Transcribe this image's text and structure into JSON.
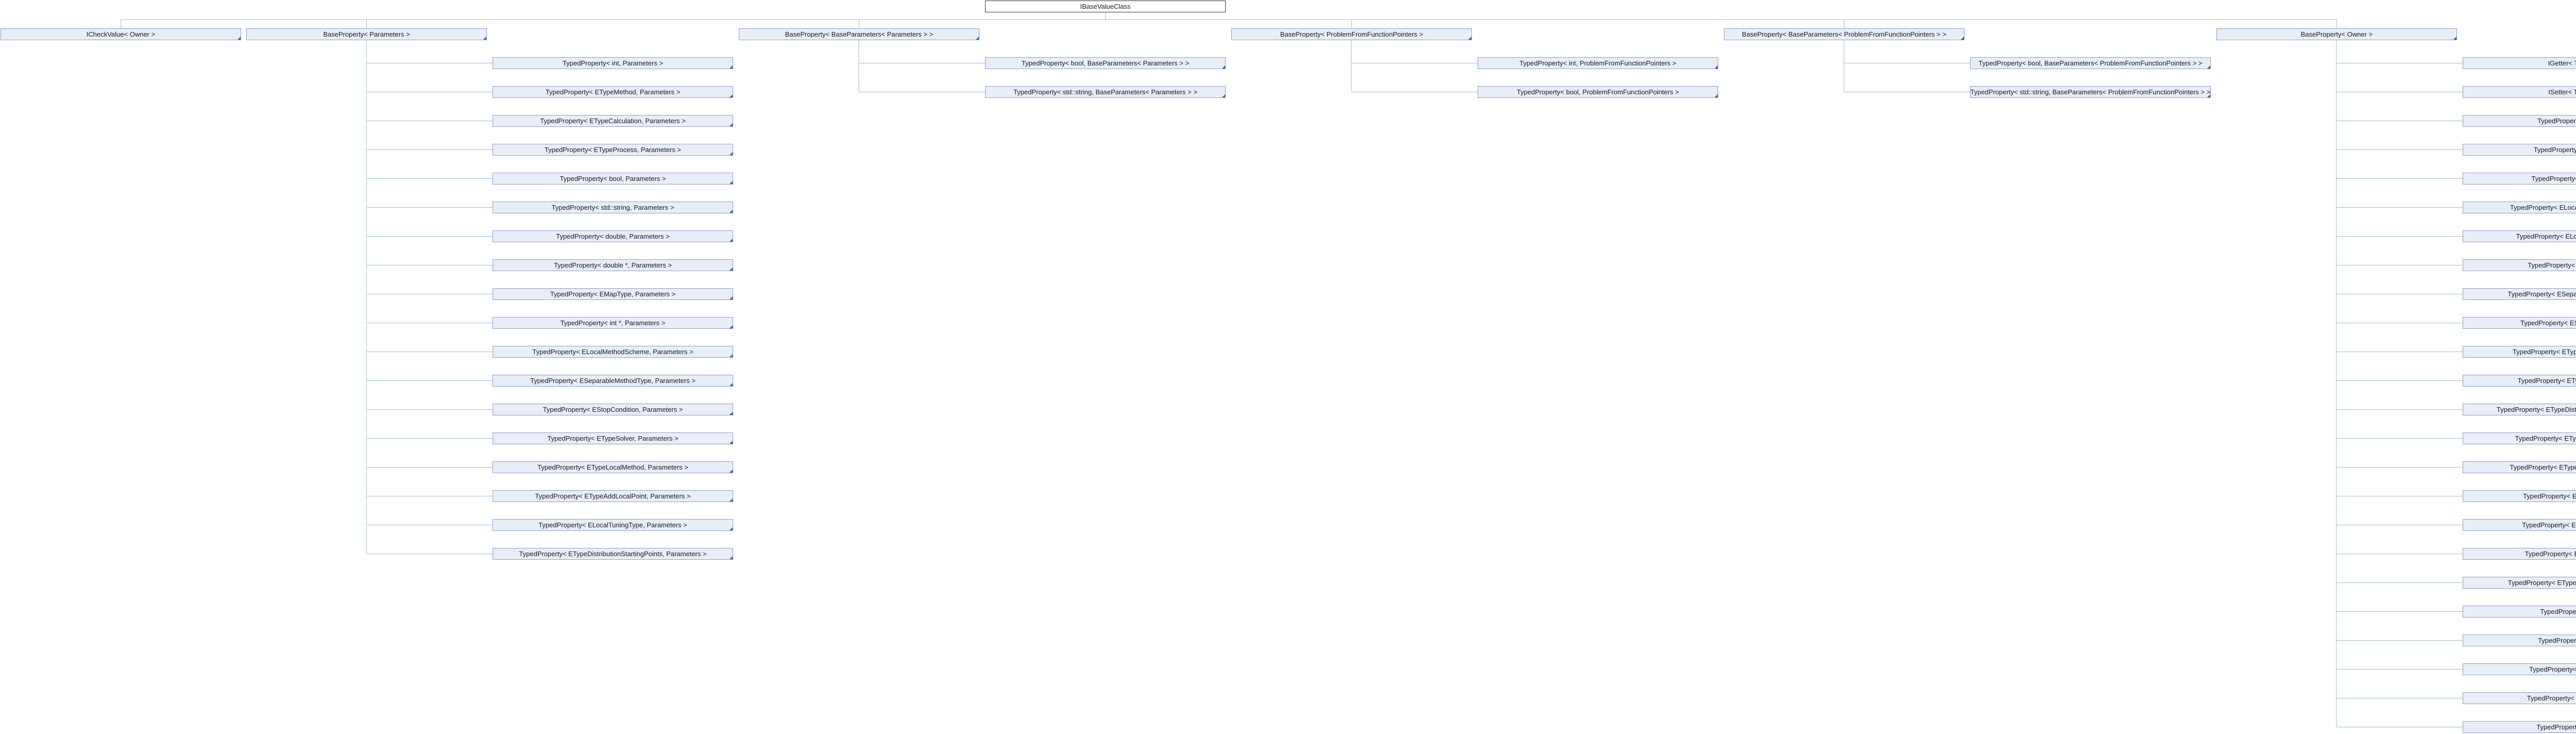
{
  "root": "IBaseValueClass",
  "top_level": [
    {
      "label": "ICheckValue< Owner >",
      "children": []
    },
    {
      "label": "BaseProperty< Parameters >",
      "children": [
        "TypedProperty< int, Parameters >",
        "TypedProperty< ETypeMethod, Parameters >",
        "TypedProperty< ETypeCalculation, Parameters >",
        "TypedProperty< ETypeProcess, Parameters >",
        "TypedProperty< bool, Parameters >",
        "TypedProperty< std::string, Parameters >",
        "TypedProperty< double, Parameters >",
        "TypedProperty< double *, Parameters >",
        "TypedProperty< EMapType, Parameters >",
        "TypedProperty< int *, Parameters >",
        "TypedProperty< ELocalMethodScheme, Parameters >",
        "TypedProperty< ESeparableMethodType, Parameters >",
        "TypedProperty< EStopCondition, Parameters >",
        "TypedProperty< ETypeSolver, Parameters >",
        "TypedProperty< ETypeLocalMethod, Parameters >",
        "TypedProperty< ETypeAddLocalPoint, Parameters >",
        "TypedProperty< ELocalTuningType, Parameters >",
        "TypedProperty< ETypeDistributionStartingPoints, Parameters >"
      ]
    },
    {
      "label": "BaseProperty< BaseParameters< Parameters > >",
      "children": [
        "TypedProperty< bool, BaseParameters< Parameters > >",
        "TypedProperty< std::string, BaseParameters< Parameters > >"
      ]
    },
    {
      "label": "BaseProperty< ProblemFromFunctionPointers >",
      "children": [
        "TypedProperty< int, ProblemFromFunctionPointers >",
        "TypedProperty< bool, ProblemFromFunctionPointers >"
      ]
    },
    {
      "label": "BaseProperty< BaseParameters< ProblemFromFunctionPointers > >",
      "children": [
        "TypedProperty< bool, BaseParameters< ProblemFromFunctionPointers > >",
        "TypedProperty< std::string, BaseParameters< ProblemFromFunctionPointers > >"
      ]
    },
    {
      "label": "BaseProperty< Owner >",
      "children": [
        "IGetter< Type, Owner >",
        "ISetter< Type, Owner >",
        "TypedProperty< bool, Owner >",
        "TypedProperty< double, Owner >",
        "TypedProperty< double *, Owner >",
        "TypedProperty< ELocalMethodScheme, Owner >",
        "TypedProperty< ELocalTuningType, Owner >",
        "TypedProperty< EMapType, Owner >",
        "TypedProperty< ESeparableMethodType, Owner >",
        "TypedProperty< EStopCondition, Owner >",
        "TypedProperty< ETypeAddLocalPoint, Owner >",
        "TypedProperty< ETypeCalculation, Owner >",
        "TypedProperty< ETypeDistributionStartingPoints, Owner >",
        "TypedProperty< ETypeLocalMethod, Owner >",
        "TypedProperty< ETypeLocalMinInterval, Owner >",
        "TypedProperty< ETypeMethod, Owner >",
        "TypedProperty< ETypeProcess, Owner >",
        "TypedProperty< ETypeSolver, Owner >",
        "TypedProperty< ETypeStartLocalMethod, Owner >",
        "TypedProperty< int, Owner >",
        "TypedProperty< int *, Owner >",
        "TypedProperty< std::string, Owner >",
        "TypedProperty< std::string *, Owner >",
        "TypedProperty< Type, Owner >"
      ]
    }
  ]
}
